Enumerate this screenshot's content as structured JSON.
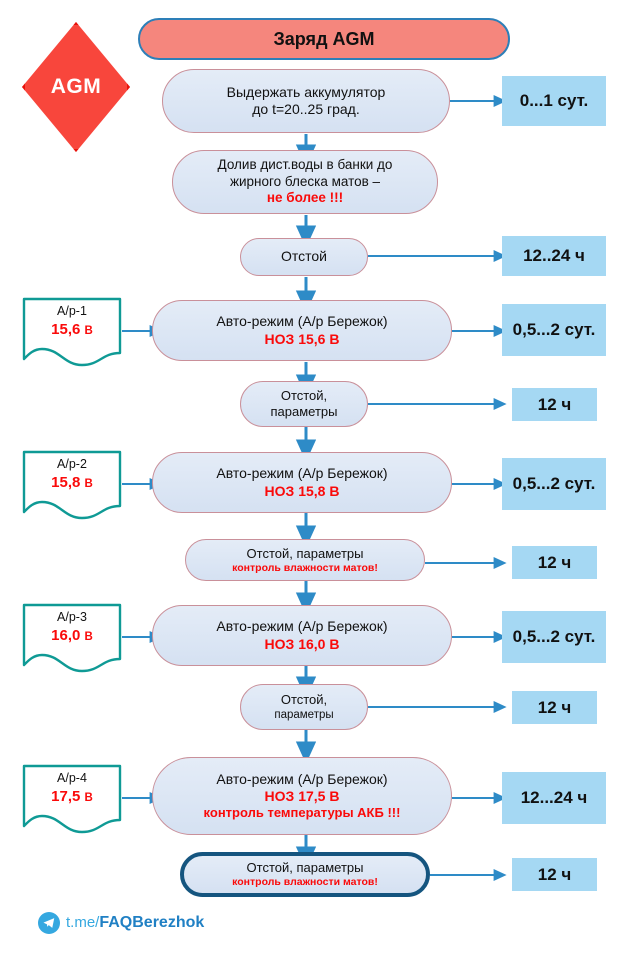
{
  "badge": {
    "label": "AGM"
  },
  "title": {
    "text": "Заряд AGM"
  },
  "colors": {
    "badge_fill": "#f8463c",
    "badge_border": "#e8120b",
    "title_fill": "#f5867d",
    "title_border": "#2d7fb8",
    "process_fill": "#dce6f4",
    "process_border": "#c9909a",
    "time_fill": "#a5d8f3",
    "note_border": "#0f9a95",
    "arrow": "#2e8bc7",
    "alert_text": "#fa0a0a",
    "final_border": "#15557f",
    "telegram": "#35a8e0"
  },
  "steps": [
    {
      "name": "hold-battery",
      "line1": "Выдержать аккумулятор",
      "line2": "до t=20..25 град.",
      "time": "0...1 сут."
    },
    {
      "name": "add-water",
      "line1": "Долив дист.воды в банки до",
      "line2": "жирного блеска матов –",
      "alert": "не более !!!",
      "time": ""
    },
    {
      "name": "settle-1",
      "line1": "Отстой",
      "time": "12..24 ч"
    },
    {
      "name": "auto-mode-1",
      "line1": "Авто-режим (А/р Бережок)",
      "alert": "НОЗ 15,6 В",
      "time": "0,5...2 сут."
    },
    {
      "name": "settle-2",
      "line1": "Отстой,",
      "line2": "параметры",
      "time": "12 ч"
    },
    {
      "name": "auto-mode-2",
      "line1": "Авто-режим (А/р Бережок)",
      "alert": "НОЗ 15,8 В",
      "time": "0,5...2 сут."
    },
    {
      "name": "settle-3",
      "line1": "Отстой, параметры",
      "alert": "контроль влажности матов!",
      "time": "12 ч"
    },
    {
      "name": "auto-mode-3",
      "line1": "Авто-режим (А/р Бережок)",
      "alert": "НОЗ 16,0 В",
      "time": "0,5...2 сут."
    },
    {
      "name": "settle-4",
      "line1": "Отстой,",
      "line2": "параметры",
      "time": "12 ч"
    },
    {
      "name": "auto-mode-4",
      "line1": "Авто-режим (А/р Бережок)",
      "alert": "НОЗ 17,5 В",
      "alert2": "контроль температуры АКБ !!!",
      "time": "12...24 ч"
    },
    {
      "name": "settle-final",
      "line1": "Отстой, параметры",
      "alert": "контроль влажности матов!",
      "time": "12 ч"
    }
  ],
  "notes": [
    {
      "name": "ap-1",
      "label": "А/р-1",
      "voltage": "15,6",
      "unit": "В"
    },
    {
      "name": "ap-2",
      "label": "А/р-2",
      "voltage": "15,8",
      "unit": "В"
    },
    {
      "name": "ap-3",
      "label": "А/р-3",
      "voltage": "16,0",
      "unit": "В"
    },
    {
      "name": "ap-4",
      "label": "А/р-4",
      "voltage": "17,5",
      "unit": "В"
    }
  ],
  "footer": {
    "prefix": "t.me/",
    "channel": "FAQBerezhok"
  }
}
